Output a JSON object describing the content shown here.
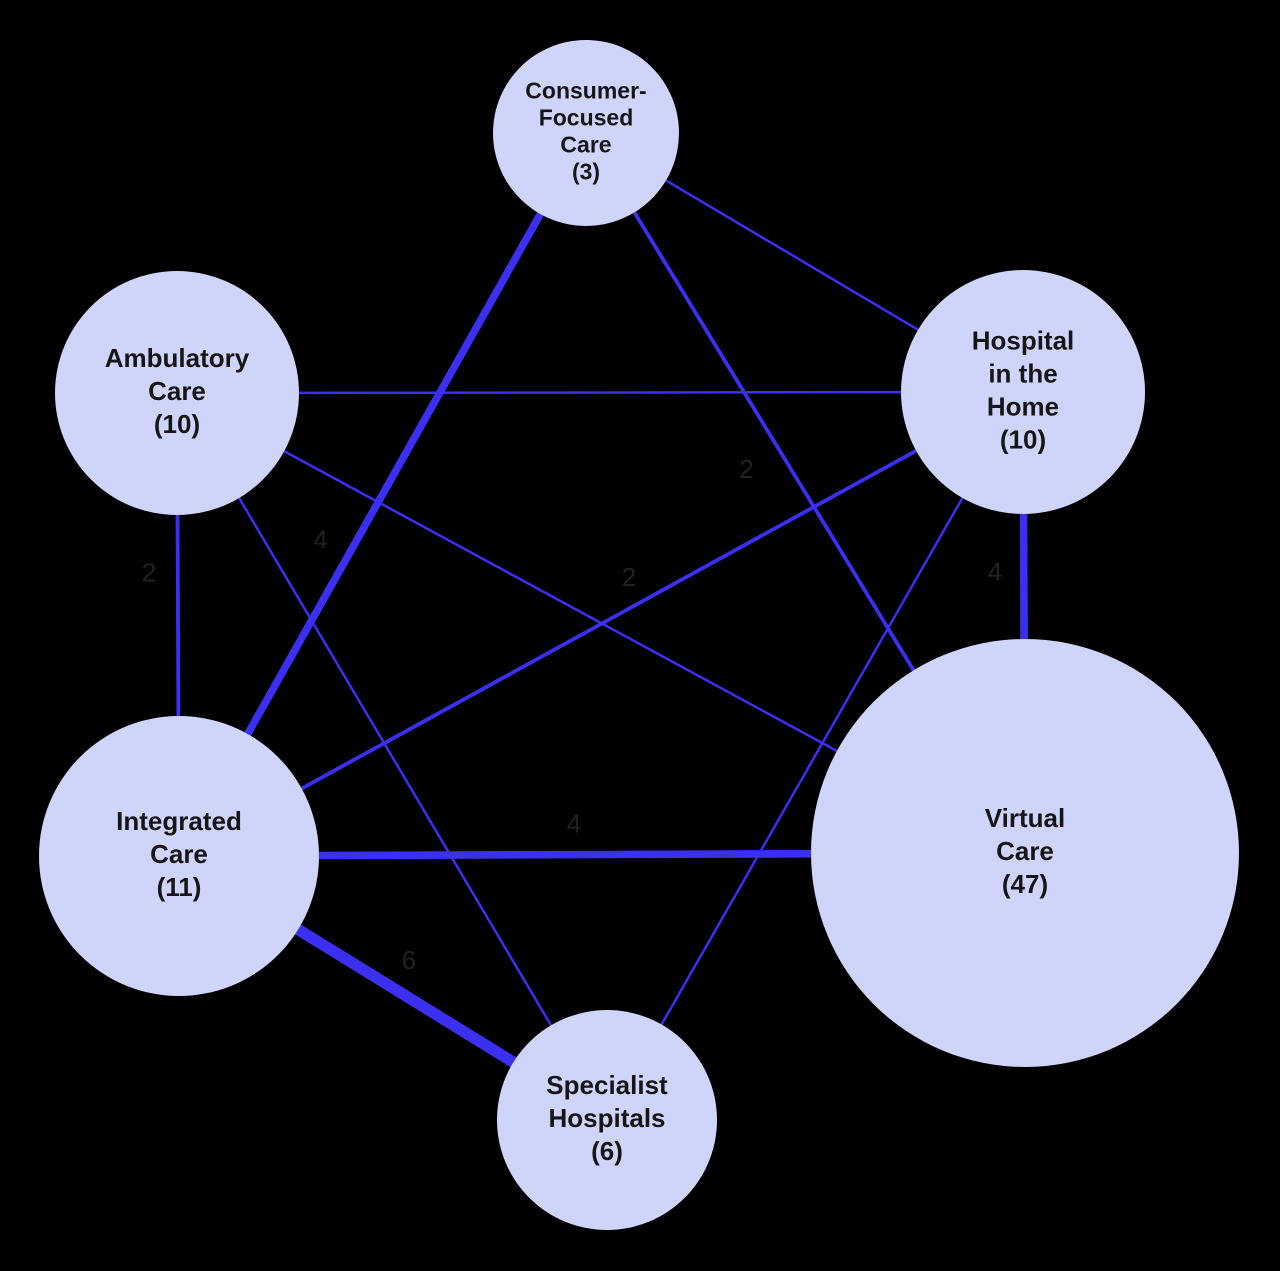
{
  "colors": {
    "background": "#000000",
    "node_fill": "#cfd4fb",
    "edge": "#3b2ff2",
    "text": "#161616",
    "edge_label": "#222222"
  },
  "nodes": [
    {
      "id": "consumer",
      "lines": [
        "Consumer-",
        "Focused",
        "Care",
        "(3)"
      ]
    },
    {
      "id": "hospital_home",
      "lines": [
        "Hospital",
        "in the",
        "Home",
        "(10)"
      ]
    },
    {
      "id": "ambulatory",
      "lines": [
        "Ambulatory",
        "Care",
        "(10)"
      ]
    },
    {
      "id": "integrated",
      "lines": [
        "Integrated",
        "Care",
        "(11)"
      ]
    },
    {
      "id": "virtual",
      "lines": [
        "Virtual",
        "Care",
        "(47)"
      ]
    },
    {
      "id": "specialist",
      "lines": [
        "Specialist",
        "Hospitals",
        "(6)"
      ]
    }
  ],
  "edges": [
    {
      "from": "consumer",
      "to": "hospital_home",
      "weight": 1,
      "label": ""
    },
    {
      "from": "consumer",
      "to": "virtual",
      "weight": 2,
      "label": "2"
    },
    {
      "from": "consumer",
      "to": "integrated",
      "weight": 4,
      "label": "4"
    },
    {
      "from": "ambulatory",
      "to": "hospital_home",
      "weight": 1,
      "label": ""
    },
    {
      "from": "ambulatory",
      "to": "virtual",
      "weight": 1,
      "label": ""
    },
    {
      "from": "ambulatory",
      "to": "integrated",
      "weight": 2,
      "label": "2"
    },
    {
      "from": "ambulatory",
      "to": "specialist",
      "weight": 1,
      "label": ""
    },
    {
      "from": "hospital_home",
      "to": "integrated",
      "weight": 2,
      "label": "2"
    },
    {
      "from": "hospital_home",
      "to": "virtual",
      "weight": 4,
      "label": "4"
    },
    {
      "from": "hospital_home",
      "to": "specialist",
      "weight": 1,
      "label": ""
    },
    {
      "from": "integrated",
      "to": "virtual",
      "weight": 4,
      "label": "4"
    },
    {
      "from": "integrated",
      "to": "specialist",
      "weight": 6,
      "label": "6"
    }
  ]
}
